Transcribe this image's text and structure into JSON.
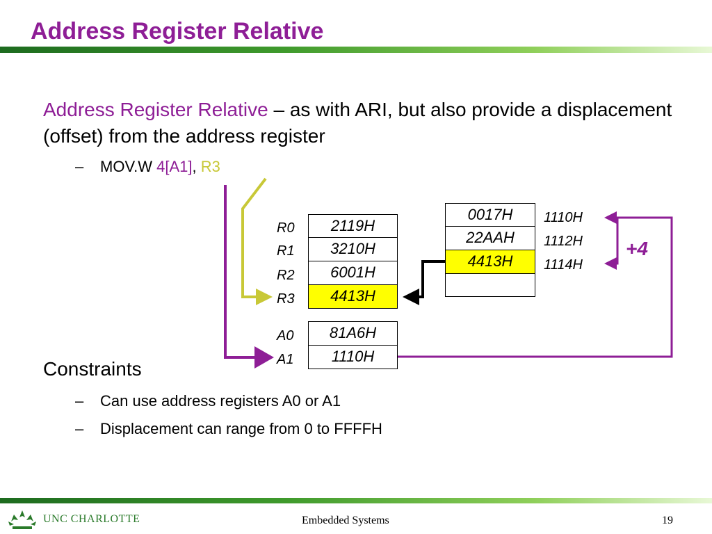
{
  "slide": {
    "title": "Address Register Relative",
    "bullet": {
      "term": "Address Register Relative",
      "rest": " – as with ARI, but also provide a displacement (offset) from the address register"
    },
    "example": {
      "dash": "–",
      "mnemonic": "MOV.W ",
      "operand1": "4[A1]",
      "comma": ", ",
      "operand2": "R3"
    },
    "constraints": {
      "heading": "Constraints",
      "items": [
        {
          "dash": "–",
          "text": "Can use address registers A0 or A1"
        },
        {
          "dash": "–",
          "text": "Displacement can range from 0 to FFFFH"
        }
      ]
    },
    "registers": [
      {
        "name": "R0",
        "value": "2119H"
      },
      {
        "name": "R1",
        "value": "3210H"
      },
      {
        "name": "R2",
        "value": "6001H"
      },
      {
        "name": "R3",
        "value": "4413H"
      }
    ],
    "address_registers": [
      {
        "name": "A0",
        "value": "81A6H"
      },
      {
        "name": "A1",
        "value": "1110H"
      }
    ],
    "memory": [
      {
        "value": "0017H",
        "address": "1110H"
      },
      {
        "value": "22AAH",
        "address": "1112H"
      },
      {
        "value": "4413H",
        "address": "1114H"
      },
      {
        "value": "",
        "address": ""
      }
    ],
    "offset_label": "+4",
    "footer": {
      "center": "Embedded Systems",
      "page": "19",
      "logo": "UNC CHARLOTTE"
    },
    "colors": {
      "accent": "#8e1e96",
      "highlight": "#ffff00",
      "yellow_arrow": "#c8c837",
      "bar_green": "#3f9a2c"
    }
  }
}
